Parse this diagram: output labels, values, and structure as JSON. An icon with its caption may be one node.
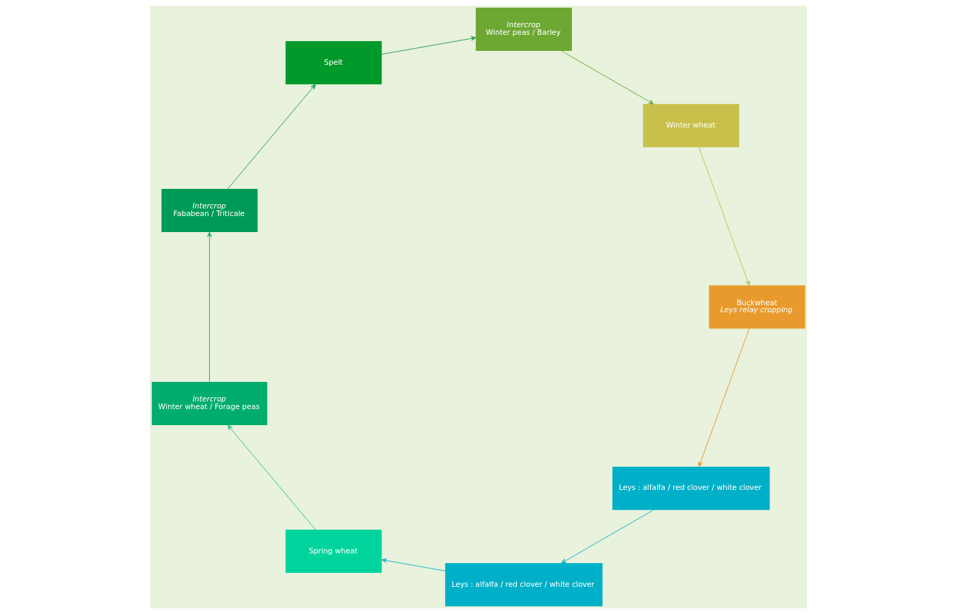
{
  "diagram": {
    "nodes": [
      {
        "text": [
          "Leys : alfalfa / red clover / white clover"
        ]
      },
      {
        "text": [
          "Leys : alfalfa / red clover / white clover"
        ]
      },
      {
        "text": [
          "Spring wheat"
        ]
      },
      {
        "text": [
          "Intercrop",
          "Winter wheat / Forage peas"
        ]
      },
      {
        "text": [
          "Intercrop",
          "Fababean / Triticale"
        ]
      },
      {
        "text": [
          "Spelt"
        ]
      },
      {
        "text": [
          "Intercrop",
          "Winter peas / Barley"
        ]
      },
      {
        "text": [
          "Winter wheat"
        ]
      },
      {
        "text": [
          "Buckwheat",
          "Leys relay cropping"
        ]
      }
    ],
    "edges": [
      {
        "from": 0,
        "to": 1,
        "arrow": "to",
        "color": "#1ab4cc"
      },
      {
        "from": 1,
        "to": 2,
        "arrow": "to",
        "color": "#1ab4cc"
      },
      {
        "from": 2,
        "to": 3,
        "arrow": "to",
        "color": "#33c08c"
      },
      {
        "from": 3,
        "to": 4,
        "arrow": "to",
        "color": "#1fae6c"
      },
      {
        "from": 4,
        "to": 5,
        "arrow": "to",
        "color": "#1f9e5c"
      },
      {
        "from": 5,
        "to": 6,
        "arrow": "to",
        "color": "#2e9e50"
      },
      {
        "from": 6,
        "to": 7,
        "arrow": "to",
        "color": "#6aac3a"
      },
      {
        "from": 7,
        "to": 8,
        "arrow": "to",
        "color": "#bcc25a"
      },
      {
        "from": 8,
        "to": 0,
        "arrow": "to",
        "color": "#e89a30"
      }
    ]
  }
}
